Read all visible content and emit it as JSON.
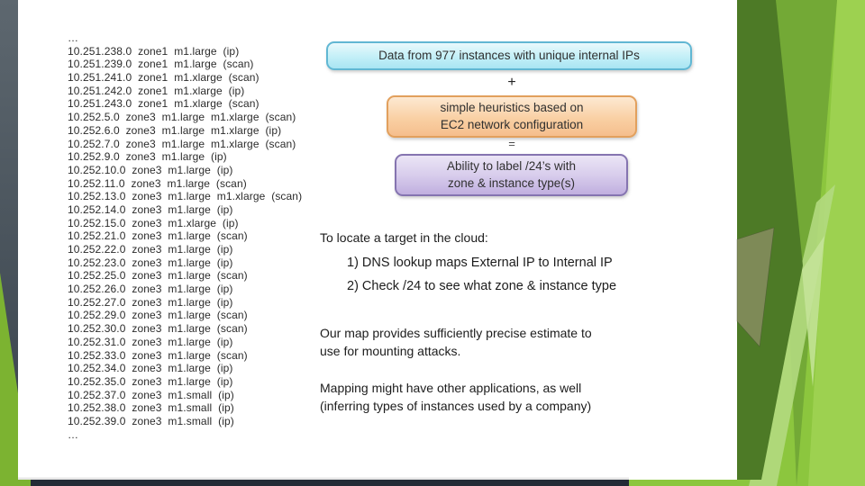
{
  "ip_list": {
    "rows": [
      "…",
      "10.251.238.0  zone1  m1.large  (ip)",
      "10.251.239.0  zone1  m1.large  (scan)",
      "10.251.241.0  zone1  m1.xlarge  (scan)",
      "10.251.242.0  zone1  m1.xlarge  (ip)",
      "10.251.243.0  zone1  m1.xlarge  (scan)",
      "10.252.5.0  zone3  m1.large  m1.xlarge  (scan)",
      "10.252.6.0  zone3  m1.large  m1.xlarge  (ip)",
      "10.252.7.0  zone3  m1.large  m1.xlarge  (scan)",
      "10.252.9.0  zone3  m1.large  (ip)",
      "10.252.10.0  zone3  m1.large  (ip)",
      "10.252.11.0  zone3  m1.large  (scan)",
      "10.252.13.0  zone3  m1.large  m1.xlarge  (scan)",
      "10.252.14.0  zone3  m1.large  (ip)",
      "10.252.15.0  zone3  m1.xlarge  (ip)",
      "10.252.21.0  zone3  m1.large  (scan)",
      "10.252.22.0  zone3  m1.large  (ip)",
      "10.252.23.0  zone3  m1.large  (ip)",
      "10.252.25.0  zone3  m1.large  (scan)",
      "10.252.26.0  zone3  m1.large  (ip)",
      "10.252.27.0  zone3  m1.large  (ip)",
      "10.252.29.0  zone3  m1.large  (scan)",
      "10.252.30.0  zone3  m1.large  (scan)",
      "10.252.31.0  zone3  m1.large  (ip)",
      "10.252.33.0  zone3  m1.large  (scan)",
      "10.252.34.0  zone3  m1.large  (ip)",
      "10.252.35.0  zone3  m1.large  (ip)",
      "10.252.37.0  zone3  m1.small  (ip)",
      "10.252.38.0  zone3  m1.small  (ip)",
      "10.252.39.0  zone3  m1.small  (ip)",
      "…"
    ]
  },
  "equation": {
    "data_box": "Data from 977 instances with unique internal IPs",
    "plus_sign": "+",
    "heuristics_box_line1": "simple heuristics based on",
    "heuristics_box_line2": "EC2 network configuration",
    "equals_sign": "=",
    "result_box_line1": "Ability to label /24’s with",
    "result_box_line2": "zone & instance type(s)"
  },
  "locate": {
    "heading": "To locate a target in the cloud:",
    "step1": "1) DNS lookup maps External IP to Internal IP",
    "step2": "2) Check /24 to see what zone & instance type"
  },
  "notes": {
    "note1_line1": "Our map provides sufficiently precise estimate to",
    "note1_line2": "use for mounting attacks.",
    "note2_line1": "Mapping might have other applications, as well",
    "note2_line2": "(inferring types of instances used by a company)"
  },
  "colors": {
    "accent_green_bright": "#8cc63e",
    "accent_green_dark": "#4d7a26",
    "accent_green_medium": "#73a936",
    "accent_green_light": "#b3d980",
    "left_bar_slate_top": "#5d676f",
    "left_bar_slate_bottom": "#37414a",
    "bottom_strip_navy": "#232b36",
    "cyan_box_fill": "#b8ebf6",
    "cyan_box_border": "#61b7d3",
    "orange_box_fill": "#f9d0a4",
    "orange_box_border": "#e2a05d",
    "purple_box_fill": "#d8cdec",
    "purple_box_border": "#8574b0"
  }
}
